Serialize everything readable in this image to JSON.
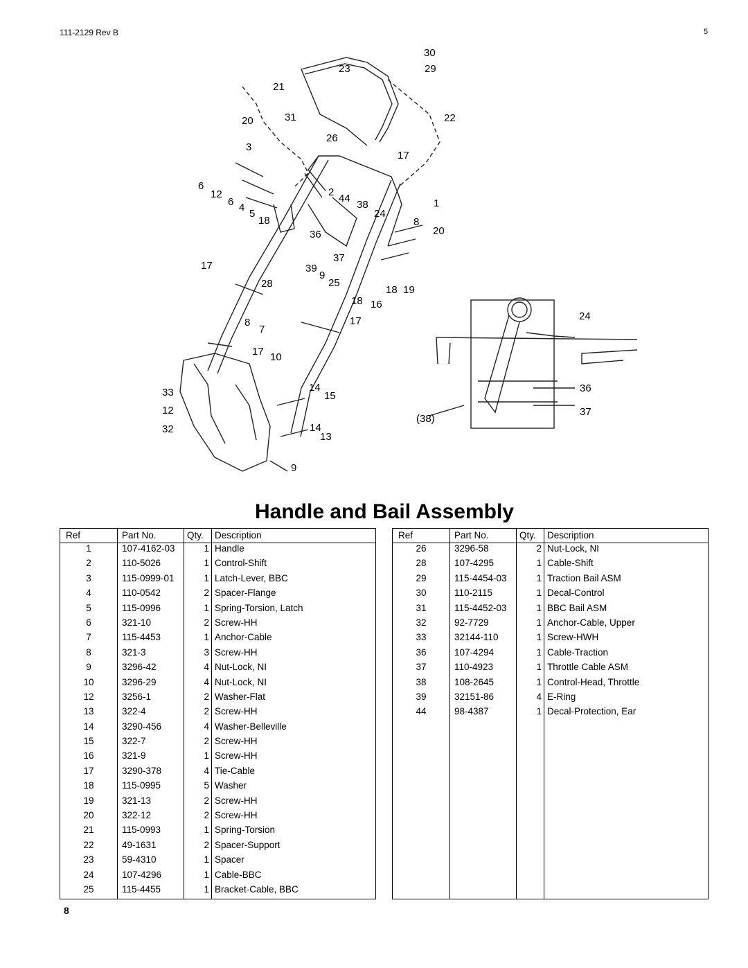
{
  "header": {
    "doc_id": "111-2129  Rev B",
    "page_corner": "5"
  },
  "diagram": {
    "callouts": [
      "30",
      "23",
      "29",
      "21",
      "22",
      "31",
      "20",
      "26",
      "3",
      "17",
      "6",
      "12",
      "2",
      "44",
      "1",
      "6",
      "38",
      "24",
      "4",
      "5",
      "18",
      "8",
      "20",
      "36",
      "37",
      "17",
      "39",
      "9",
      "25",
      "18",
      "19",
      "28",
      "18",
      "16",
      "8",
      "7",
      "17",
      "17",
      "10",
      "24",
      "33",
      "14",
      "15",
      "36",
      "12",
      "37",
      "32",
      "14",
      "13",
      "(38)",
      "9"
    ]
  },
  "title": "Handle and Bail Assembly",
  "table": {
    "headers": {
      "ref": "Ref",
      "part": "Part No.",
      "qty": "Qty.",
      "desc": "Description"
    },
    "left_rows": [
      {
        "ref": "1",
        "part": "107-4162-03",
        "qty": "1",
        "desc": "Handle"
      },
      {
        "ref": "2",
        "part": "110-5026",
        "qty": "1",
        "desc": "Control-Shift"
      },
      {
        "ref": "3",
        "part": "115-0999-01",
        "qty": "1",
        "desc": "Latch-Lever, BBC"
      },
      {
        "ref": "4",
        "part": "110-0542",
        "qty": "2",
        "desc": "Spacer-Flange"
      },
      {
        "ref": "5",
        "part": "115-0996",
        "qty": "1",
        "desc": "Spring-Torsion, Latch"
      },
      {
        "ref": "6",
        "part": "321-10",
        "qty": "2",
        "desc": "Screw-HH"
      },
      {
        "ref": "7",
        "part": "115-4453",
        "qty": "1",
        "desc": "Anchor-Cable"
      },
      {
        "ref": "8",
        "part": "321-3",
        "qty": "3",
        "desc": "Screw-HH"
      },
      {
        "ref": "9",
        "part": "3296-42",
        "qty": "4",
        "desc": "Nut-Lock, NI"
      },
      {
        "ref": "10",
        "part": "3296-29",
        "qty": "4",
        "desc": "Nut-Lock, NI"
      },
      {
        "ref": "12",
        "part": "3256-1",
        "qty": "2",
        "desc": "Washer-Flat"
      },
      {
        "ref": "13",
        "part": "322-4",
        "qty": "2",
        "desc": "Screw-HH"
      },
      {
        "ref": "14",
        "part": "3290-456",
        "qty": "4",
        "desc": "Washer-Belleville"
      },
      {
        "ref": "15",
        "part": "322-7",
        "qty": "2",
        "desc": "Screw-HH"
      },
      {
        "ref": "16",
        "part": "321-9",
        "qty": "1",
        "desc": "Screw-HH"
      },
      {
        "ref": "17",
        "part": "3290-378",
        "qty": "4",
        "desc": "Tie-Cable"
      },
      {
        "ref": "18",
        "part": "115-0995",
        "qty": "5",
        "desc": "Washer"
      },
      {
        "ref": "19",
        "part": "321-13",
        "qty": "2",
        "desc": "Screw-HH"
      },
      {
        "ref": "20",
        "part": "322-12",
        "qty": "2",
        "desc": "Screw-HH"
      },
      {
        "ref": "21",
        "part": "115-0993",
        "qty": "1",
        "desc": "Spring-Torsion"
      },
      {
        "ref": "22",
        "part": "49-1631",
        "qty": "2",
        "desc": "Spacer-Support"
      },
      {
        "ref": "23",
        "part": "59-4310",
        "qty": "1",
        "desc": "Spacer"
      },
      {
        "ref": "24",
        "part": "107-4296",
        "qty": "1",
        "desc": "Cable-BBC"
      },
      {
        "ref": "25",
        "part": "115-4455",
        "qty": "1",
        "desc": "Bracket-Cable, BBC"
      }
    ],
    "right_rows": [
      {
        "ref": "26",
        "part": "3296-58",
        "qty": "2",
        "desc": "Nut-Lock, NI"
      },
      {
        "ref": "28",
        "part": "107-4295",
        "qty": "1",
        "desc": "Cable-Shift"
      },
      {
        "ref": "29",
        "part": "115-4454-03",
        "qty": "1",
        "desc": "Traction Bail ASM"
      },
      {
        "ref": "30",
        "part": "110-2115",
        "qty": "1",
        "desc": "Decal-Control"
      },
      {
        "ref": "31",
        "part": "115-4452-03",
        "qty": "1",
        "desc": "BBC Bail ASM"
      },
      {
        "ref": "32",
        "part": "92-7729",
        "qty": "1",
        "desc": "Anchor-Cable, Upper"
      },
      {
        "ref": "33",
        "part": "32144-110",
        "qty": "1",
        "desc": "Screw-HWH"
      },
      {
        "ref": "36",
        "part": "107-4294",
        "qty": "1",
        "desc": "Cable-Traction"
      },
      {
        "ref": "37",
        "part": "110-4923",
        "qty": "1",
        "desc": "Throttle Cable ASM"
      },
      {
        "ref": "38",
        "part": "108-2645",
        "qty": "1",
        "desc": "Control-Head, Throttle"
      },
      {
        "ref": "39",
        "part": "32151-86",
        "qty": "4",
        "desc": "E-Ring"
      },
      {
        "ref": "44",
        "part": "98-4387",
        "qty": "1",
        "desc": "Decal-Protection, Ear"
      }
    ]
  },
  "page_number": "8"
}
